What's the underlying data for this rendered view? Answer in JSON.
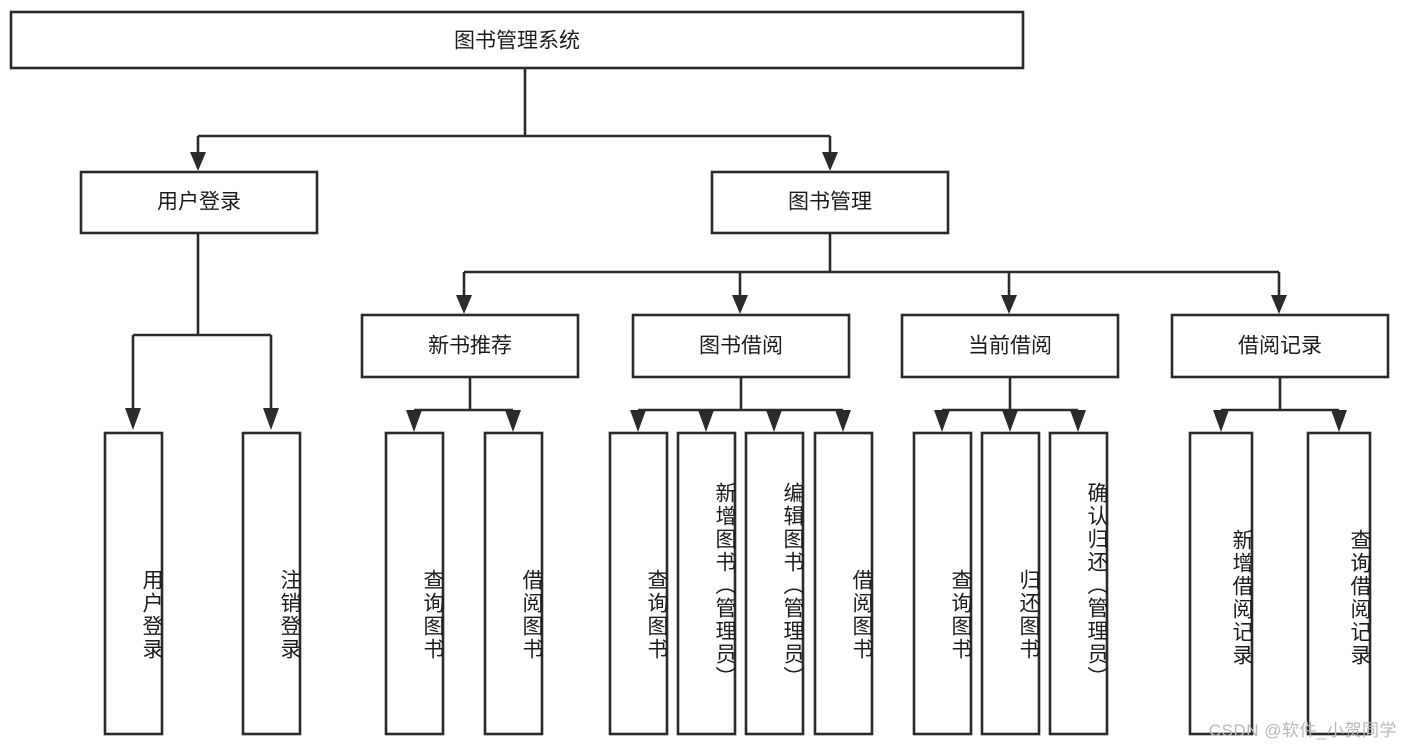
{
  "diagram": {
    "title": "图书管理系统",
    "type": "tree",
    "orientation": "top-down",
    "colors": {
      "box_fill": "#ffffff",
      "box_stroke": "#2b2b2b",
      "text": "#1c1c1c",
      "background": "#ffffff",
      "watermark": "#b9b9b9"
    },
    "root": {
      "label": "图书管理系统",
      "text_direction": "horizontal"
    },
    "level2": [
      {
        "label": "用户登录",
        "text_direction": "horizontal"
      },
      {
        "label": "图书管理",
        "text_direction": "horizontal"
      }
    ],
    "level3": [
      {
        "label": "新书推荐",
        "text_direction": "horizontal",
        "parent": "图书管理"
      },
      {
        "label": "图书借阅",
        "text_direction": "horizontal",
        "parent": "图书管理"
      },
      {
        "label": "当前借阅",
        "text_direction": "horizontal",
        "parent": "图书管理"
      },
      {
        "label": "借阅记录",
        "text_direction": "horizontal",
        "parent": "图书管理"
      }
    ],
    "leaves": {
      "用户登录": [
        {
          "label": "用户登录",
          "text_direction": "vertical"
        },
        {
          "label": "注销登录",
          "text_direction": "vertical"
        }
      ],
      "新书推荐": [
        {
          "label": "查询图书",
          "text_direction": "vertical"
        },
        {
          "label": "借阅图书",
          "text_direction": "vertical"
        }
      ],
      "图书借阅": [
        {
          "label": "查询图书",
          "text_direction": "vertical"
        },
        {
          "label": "新增图书（管理员）",
          "text_direction": "vertical"
        },
        {
          "label": "编辑图书（管理员）",
          "text_direction": "vertical"
        },
        {
          "label": "借阅图书",
          "text_direction": "vertical"
        }
      ],
      "当前借阅": [
        {
          "label": "查询图书",
          "text_direction": "vertical"
        },
        {
          "label": "归还图书",
          "text_direction": "vertical"
        },
        {
          "label": "确认归还（管理员）",
          "text_direction": "vertical"
        }
      ],
      "借阅记录": [
        {
          "label": "新增借阅记录",
          "text_direction": "vertical"
        },
        {
          "label": "查询借阅记录",
          "text_direction": "vertical"
        }
      ]
    },
    "watermark": "CSDN @软件_小贺同学"
  }
}
